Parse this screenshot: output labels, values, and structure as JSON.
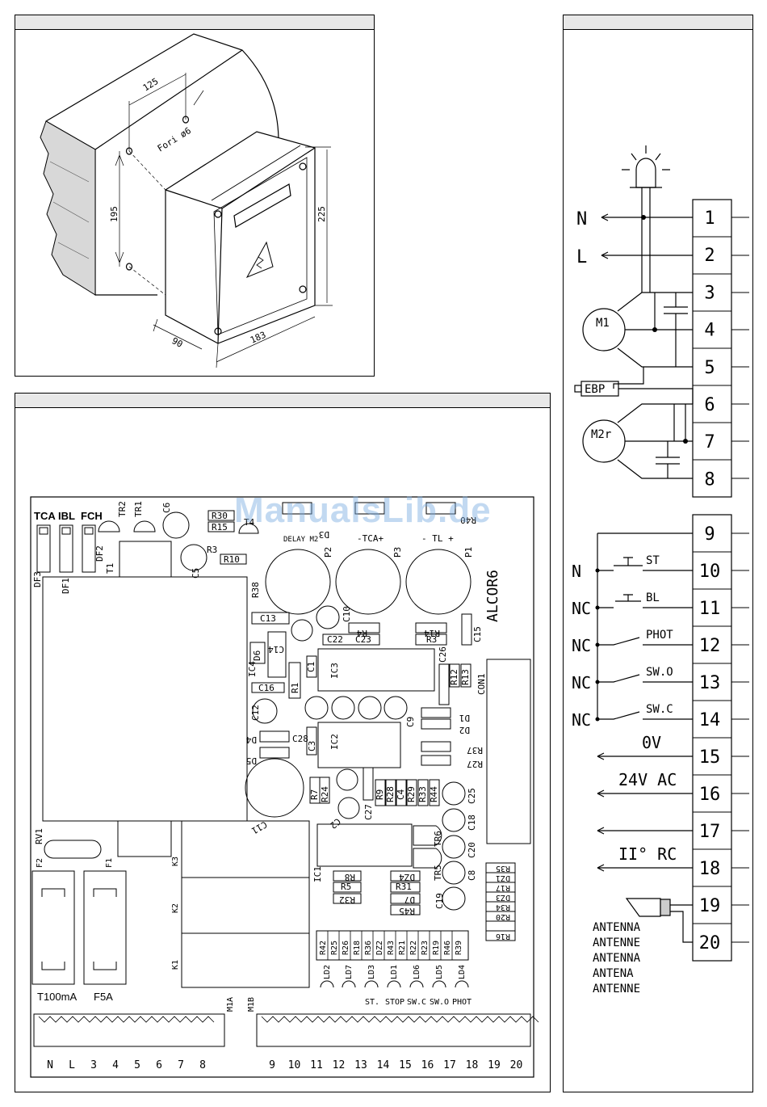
{
  "watermark": "ManualsLib.de",
  "install": {
    "dim_125": "125",
    "dim_holes": "Fori ø6",
    "dim_195": "195",
    "dim_225": "225",
    "dim_90": "90",
    "dim_183": "183"
  },
  "board": {
    "name": "ALCOR6",
    "leds": [
      "TCA",
      "IBL",
      "FCH"
    ],
    "fuses": [
      {
        "ref": "F2",
        "value": "T100mA"
      },
      {
        "ref": "F1",
        "value": "F5A"
      }
    ],
    "pots": [
      {
        "ref": "P2",
        "label": "DELAY M2"
      },
      {
        "ref": "P3",
        "label": "-TCA+"
      },
      {
        "ref": "P1",
        "label": "- TL +"
      }
    ],
    "relays": [
      "K3",
      "K2",
      "K1"
    ],
    "status_leds": [
      "LD2",
      "LD7",
      "LD3",
      "LD1",
      "LD6",
      "LD5",
      "LD4"
    ],
    "status_labels": [
      "ST.",
      "STOP",
      "SW.C",
      "SW.O",
      "PHOT"
    ],
    "connector_a": "M1A",
    "connector_b": "M1B",
    "terminals_a": [
      "N",
      "L",
      "3",
      "4",
      "5",
      "6",
      "7",
      "8"
    ],
    "terminals_b": [
      "9",
      "10",
      "11",
      "12",
      "13",
      "14",
      "15",
      "16",
      "17",
      "18",
      "19",
      "20"
    ],
    "refs": {
      "df3": "DF3",
      "df1": "DF1",
      "df2": "DF2",
      "t1": "T1",
      "tr2": "TR2",
      "tr1": "TR1",
      "c6": "C6",
      "c5": "C5",
      "r30": "R30",
      "r15": "R15",
      "r3": "R3",
      "r10": "R10",
      "t4": "T4",
      "r38": "R38",
      "c13": "C13",
      "c14": "C14",
      "c10": "C10",
      "c22": "C22",
      "c23": "C23",
      "r4": "R4",
      "r14": "R14",
      "r3b": "R3",
      "c15": "C15",
      "d6": "D6",
      "ic4": "IC4",
      "c16": "C16",
      "r1": "R1",
      "c1": "C1",
      "ic3": "IC3",
      "c26": "C26",
      "r12": "R12",
      "r13": "R13",
      "con1": "CON1",
      "c12": "C12",
      "d1": "D1",
      "d2": "D2",
      "c9": "C9",
      "d4": "D4",
      "c28": "C28",
      "c3": "C3",
      "ic2": "IC2",
      "d5": "D5",
      "r37": "R37",
      "r27": "R27",
      "c11": "C11",
      "r7": "R7",
      "r24": "R24",
      "c2": "C2",
      "r9": "R9",
      "r28": "R28",
      "c4": "C4",
      "r29": "R29",
      "r33": "R33",
      "r44": "R44",
      "c25": "C25",
      "c27": "C27",
      "c18": "C18",
      "rv1": "RV1",
      "ic1": "IC1",
      "tr6": "TR6",
      "c20": "C20",
      "r8": "R8",
      "r5": "R5",
      "r32": "R32",
      "dz4": "DZ4",
      "r31": "R31",
      "d7": "D7",
      "r45": "R45",
      "tr5": "TR5",
      "c8": "C8",
      "c19": "C19",
      "r35": "R35",
      "dz1": "DZ1",
      "r17": "R17",
      "dz3": "DZ3",
      "r34": "R34",
      "r20": "R20",
      "r16": "R16",
      "r42": "R42",
      "r25": "R25",
      "r26": "R26",
      "r18": "R18",
      "r36": "R36",
      "dz2": "DZ2",
      "r43": "R43",
      "r21": "R21",
      "r22": "R22",
      "r23": "R23",
      "r19": "R19",
      "r46": "R46",
      "r39": "R39",
      "r40": "R40",
      "d3": "D3"
    }
  },
  "wiring": {
    "terminals": [
      "1",
      "2",
      "3",
      "4",
      "5",
      "6",
      "7",
      "8",
      "9",
      "10",
      "11",
      "12",
      "13",
      "14",
      "15",
      "16",
      "17",
      "18",
      "19",
      "20"
    ],
    "n_label": "N",
    "l_label": "L",
    "motor1": "M1",
    "motor2": "M2r",
    "ebp": "EBP",
    "inputs": [
      {
        "type": "N",
        "name": "ST"
      },
      {
        "type": "NC",
        "name": "BL"
      },
      {
        "type": "NC",
        "name": "PHOT"
      },
      {
        "type": "NC",
        "name": "SW.O"
      },
      {
        "type": "NC",
        "name": "SW.C"
      }
    ],
    "input_n": "N",
    "v0": "0V",
    "v24": "24V AC",
    "rc2": "II° RC",
    "antenna": [
      "ANTENNA",
      "ANTENNE",
      "ANTENNA",
      "ANTENA",
      "ANTENNE"
    ]
  }
}
